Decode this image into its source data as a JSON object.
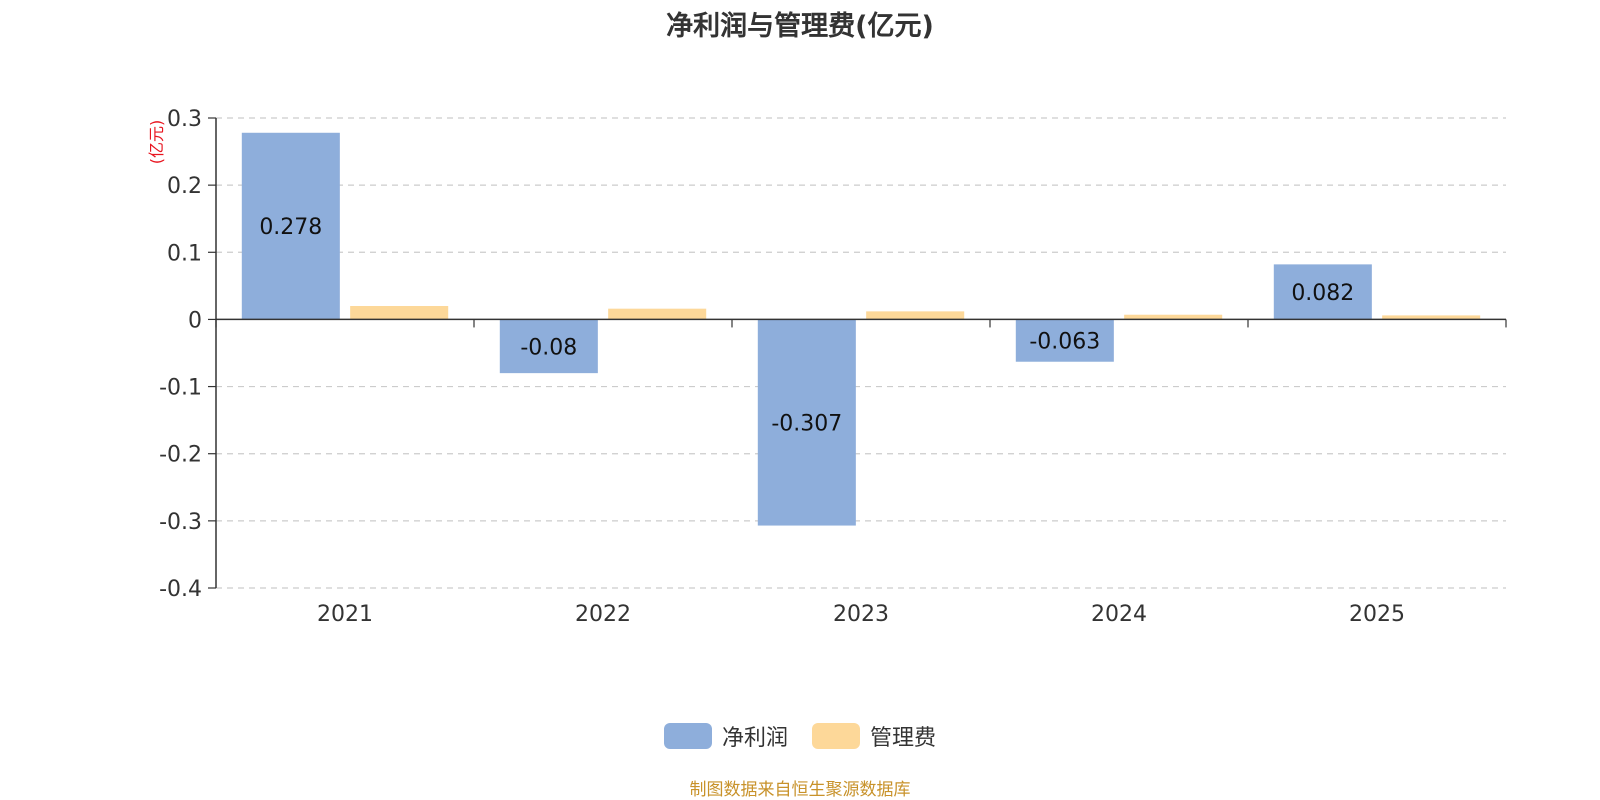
{
  "chart_data": {
    "type": "bar",
    "title": "净利润与管理费(亿元)",
    "ylabel": "(亿元)",
    "xlabel": "",
    "categories": [
      "2021",
      "2022",
      "2023",
      "2024",
      "2025"
    ],
    "series": [
      {
        "name": "净利润",
        "values": [
          0.278,
          -0.08,
          -0.307,
          -0.063,
          0.082
        ],
        "color": "#8eaedb",
        "labels": [
          "0.278",
          "-0.08",
          "-0.307",
          "-0.063",
          "0.082"
        ]
      },
      {
        "name": "管理费",
        "values": [
          0.02,
          0.016,
          0.012,
          0.007,
          0.006
        ],
        "color": "#fdd899"
      }
    ],
    "ylim": [
      -0.4,
      0.3
    ],
    "yticks": [
      0.3,
      0.2,
      0.1,
      0,
      -0.1,
      -0.2,
      -0.3,
      -0.4
    ],
    "ytick_labels": [
      "0.3",
      "0.2",
      "0.1",
      "0",
      "-0.1",
      "-0.2",
      "-0.3",
      "-0.4"
    ],
    "grid": true,
    "legend_position": "bottom-center"
  },
  "source_note": "制图数据来自恒生聚源数据库"
}
